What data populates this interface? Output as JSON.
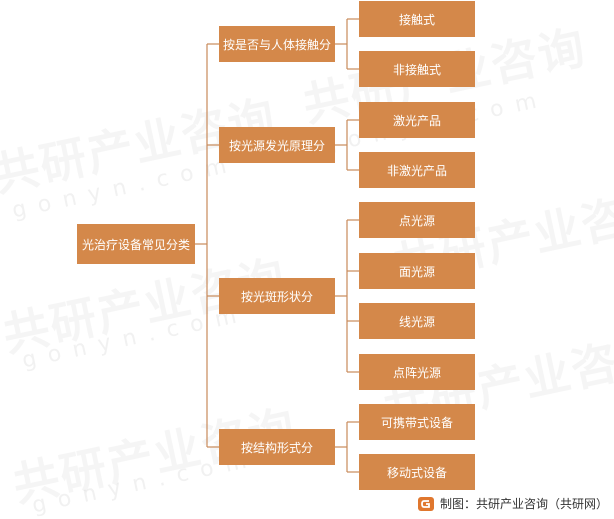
{
  "root": {
    "label": "光治疗设备常见分类"
  },
  "categories": [
    {
      "label": "按是否与人体接触分",
      "children": [
        "接触式",
        "非接触式"
      ]
    },
    {
      "label": "按光源发光原理分",
      "children": [
        "激光产品",
        "非激光产品"
      ]
    },
    {
      "label": "按光斑形状分",
      "children": [
        "点光源",
        "面光源",
        "线光源",
        "点阵光源"
      ]
    },
    {
      "label": "按结构形式分",
      "children": [
        "可携带式设备",
        "移动式设备"
      ]
    }
  ],
  "watermark": {
    "brand": "共研产业咨询",
    "url": "gonyn.com"
  },
  "footer": {
    "source": "制图：共研产业咨询（共研网）"
  },
  "colors": {
    "node_fill": "#d4884a",
    "line": "#c88a5a",
    "text": "#ffffff"
  }
}
